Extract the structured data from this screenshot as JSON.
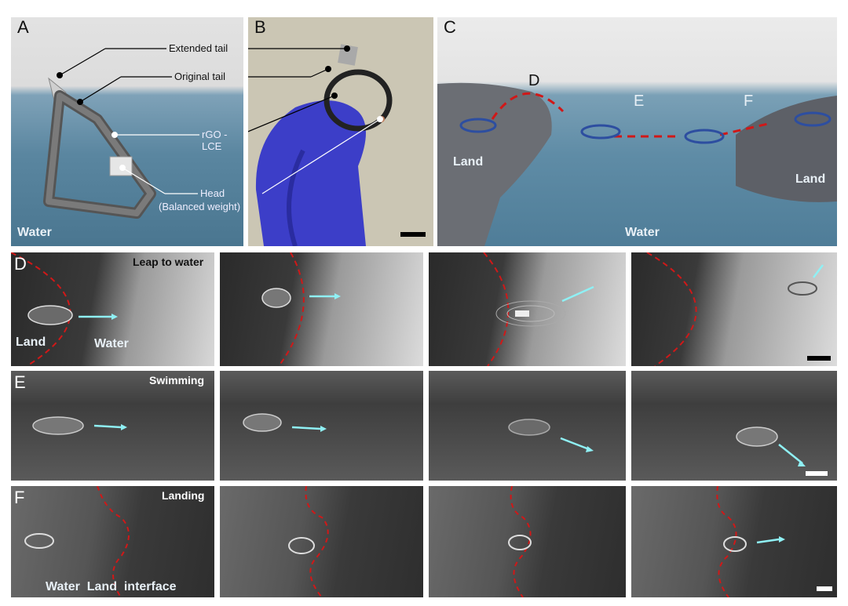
{
  "panel_letters": {
    "a": "A",
    "b": "B",
    "c": "C",
    "d": "D",
    "e": "E",
    "f": "F"
  },
  "panel_a": {
    "callouts": [
      "Extended tail",
      "Original tail",
      "rGO - LCE",
      "Head",
      "(Balanced weight)"
    ],
    "water_label": "Water"
  },
  "panel_c": {
    "stage_d": "D",
    "stage_e": "E",
    "stage_f": "F",
    "land_left": "Land",
    "land_right": "Land",
    "water": "Water"
  },
  "row_d": {
    "title": "Leap to water",
    "land": "Land",
    "water": "Water"
  },
  "row_e": {
    "title": "Swimming"
  },
  "row_f": {
    "title": "Landing",
    "interface": "Water  Land  interface"
  },
  "colors": {
    "arrow_cyan": "#8ff0f4",
    "dash_red": "#d01818",
    "water_blue": "#5d8fa9"
  }
}
